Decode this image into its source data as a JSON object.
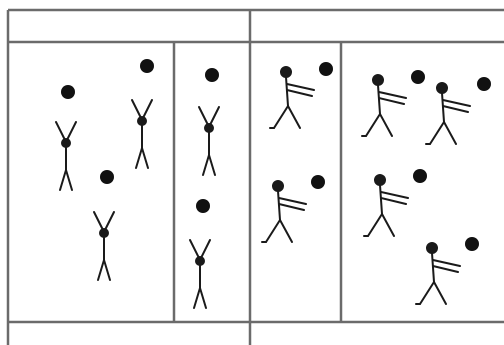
{
  "diagram": {
    "description_text": "",
    "header_left": "",
    "header_right": "",
    "footer_left": "",
    "footer_right": "",
    "panels": [
      {
        "id": "panel-1",
        "figures": 3,
        "figure_type": "arms-up",
        "balls": 3
      },
      {
        "id": "panel-2",
        "figures": 2,
        "figure_type": "arms-up",
        "balls": 2
      },
      {
        "id": "panel-3",
        "figures": 2,
        "figure_type": "arms-forward",
        "balls": 2
      },
      {
        "id": "panel-4",
        "figures": 4,
        "figure_type": "arms-forward",
        "balls": 4
      }
    ],
    "colors": {
      "line": "#6b6b6b",
      "figure": "#1a1a1a",
      "ball": "#111111",
      "background": "#ffffff"
    }
  }
}
